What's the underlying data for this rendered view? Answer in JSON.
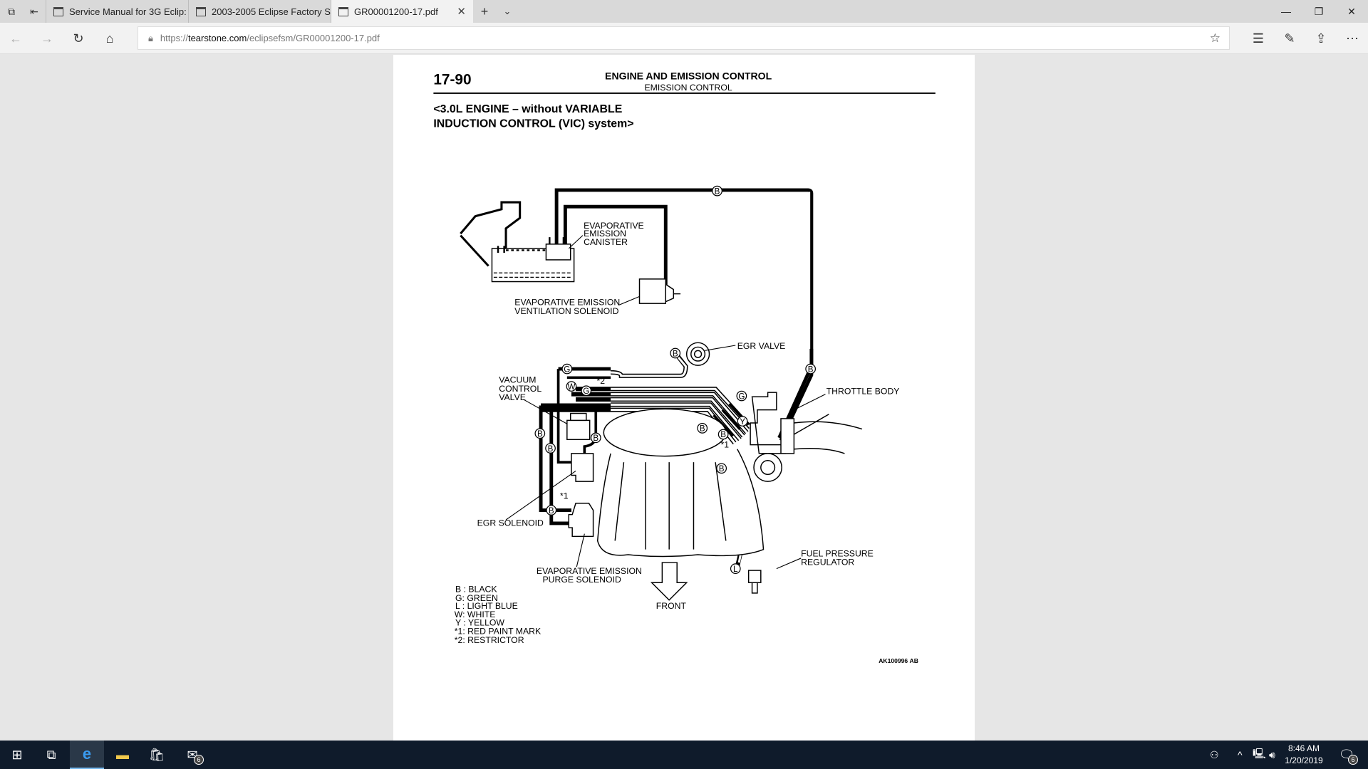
{
  "browser": {
    "tabs": [
      {
        "title": "Service Manual for 3G Eclip:"
      },
      {
        "title": "2003-2005 Eclipse Factory S"
      },
      {
        "title": "GR00001200-17.pdf",
        "active": true
      }
    ],
    "url_scheme": "https://",
    "url_host": "tearstone.com",
    "url_path": "/eclipsefsm/GR00001200-17.pdf"
  },
  "document": {
    "page_number": "17-90",
    "header_title": "ENGINE AND EMISSION CONTROL",
    "header_subtitle": "EMISSION CONTROL",
    "section_line1": "<3.0L ENGINE – without VARIABLE",
    "section_line2": "INDUCTION CONTROL (VIC) system>",
    "labels": {
      "canister": [
        "EVAPORATIVE",
        "EMISSION",
        "CANISTER"
      ],
      "vent_solenoid": [
        "EVAPORATIVE EMISSION",
        "VENTILATION SOLENOID"
      ],
      "egr_valve": "EGR VALVE",
      "throttle_body": "THROTTLE BODY",
      "vacuum_valve": [
        "VACUUM",
        "CONTROL",
        "VALVE"
      ],
      "egr_solenoid": "EGR SOLENOID",
      "purge_solenoid": [
        "EVAPORATIVE EMISSION",
        "PURGE SOLENOID"
      ],
      "fuel_regulator": [
        "FUEL PRESSURE",
        "REGULATOR"
      ],
      "front": "FRONT",
      "note1": "*1",
      "note2": "*2",
      "note1b": "*1"
    },
    "markers": [
      "B",
      "B",
      "B",
      "G",
      "W",
      "G",
      "B",
      "B",
      "B",
      "B",
      "G",
      "Y",
      "B",
      "B",
      "B",
      "L"
    ],
    "legend": [
      "B : BLACK",
      "G: GREEN",
      "L : LIGHT BLUE",
      "W: WHITE",
      "Y : YELLOW",
      "*1: RED PAINT MARK",
      "*2: RESTRICTOR"
    ],
    "figure_id": "AK100996",
    "figure_suffix": "AB"
  },
  "taskbar": {
    "clock_time": "8:46 AM",
    "clock_date": "1/20/2019",
    "mail_badge": "6",
    "notif_badge": "6"
  }
}
